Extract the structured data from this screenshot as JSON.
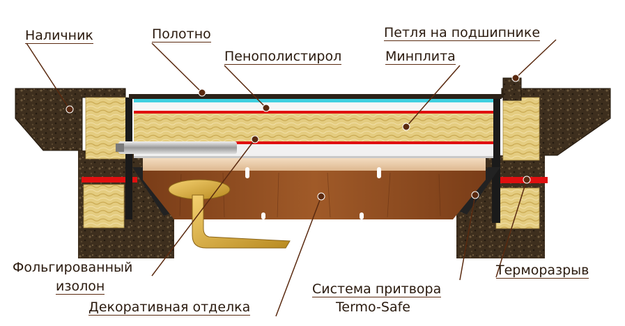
{
  "labels": {
    "nalichnik": "Наличник",
    "polotno": "Полотно",
    "petlya": "Петля на подшипнике",
    "penopolistirol": "Пенополистирол",
    "minplita": "Минплита",
    "folga_1": "Фольгированный",
    "folga_2": "изолон",
    "dekor": "Декоративная отделка",
    "sistema_1": "Система притвора",
    "sistema_2": "Termo-Safe",
    "termorazryv": "Терморазрыв"
  },
  "colors": {
    "frame_dark": "#3a2c1c",
    "mineral_wool": "#e6cf86",
    "foil_red": "#e01010",
    "foam_cyan": "#40d0e0",
    "wood_decor": "#8b4a20",
    "handle_gold": "#d8a838",
    "leader_line": "#5a2a10"
  }
}
